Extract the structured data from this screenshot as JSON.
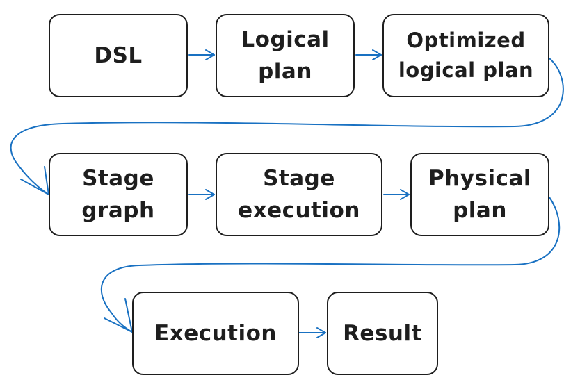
{
  "diagram": {
    "stroke_color": "#1e1e1e",
    "connector_color": "#1971c2",
    "nodes": {
      "dsl": "DSL",
      "logical_plan": "Logical\nplan",
      "optimized_logical_plan": "Optimized\nlogical plan",
      "stage_graph": "Stage\ngraph",
      "stage_execution": "Stage\nexecution",
      "physical_plan": "Physical\nplan",
      "execution": "Execution",
      "result": "Result"
    }
  }
}
